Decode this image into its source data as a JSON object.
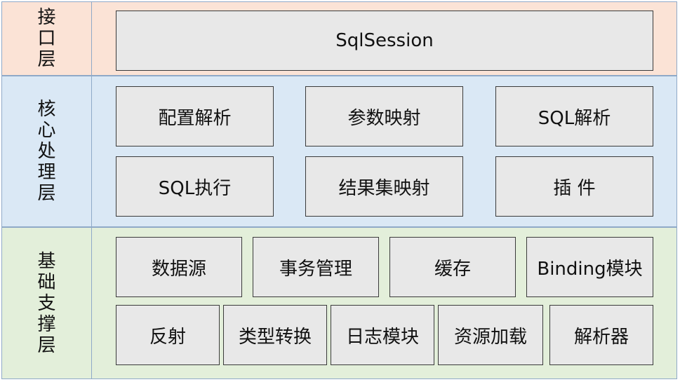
{
  "layers": [
    {
      "label": "接口层",
      "modules": [
        "SqlSession"
      ]
    },
    {
      "label": "核心处理层",
      "modules": [
        "配置解析",
        "参数映射",
        "SQL解析",
        "SQL执行",
        "结果集映射",
        "插 件"
      ]
    },
    {
      "label": "基础支撑层",
      "modules": [
        "数据源",
        "事务管理",
        "缓存",
        "Binding模块",
        "反射",
        "类型转换",
        "日志模块",
        "资源加载",
        "解析器"
      ]
    }
  ],
  "colors": {
    "interface_bg": "#fbe3d6",
    "core_bg": "#dae8f5",
    "base_bg": "#e3efda",
    "module_bg": "#e8e8e8",
    "border": "#8fa9c8"
  }
}
